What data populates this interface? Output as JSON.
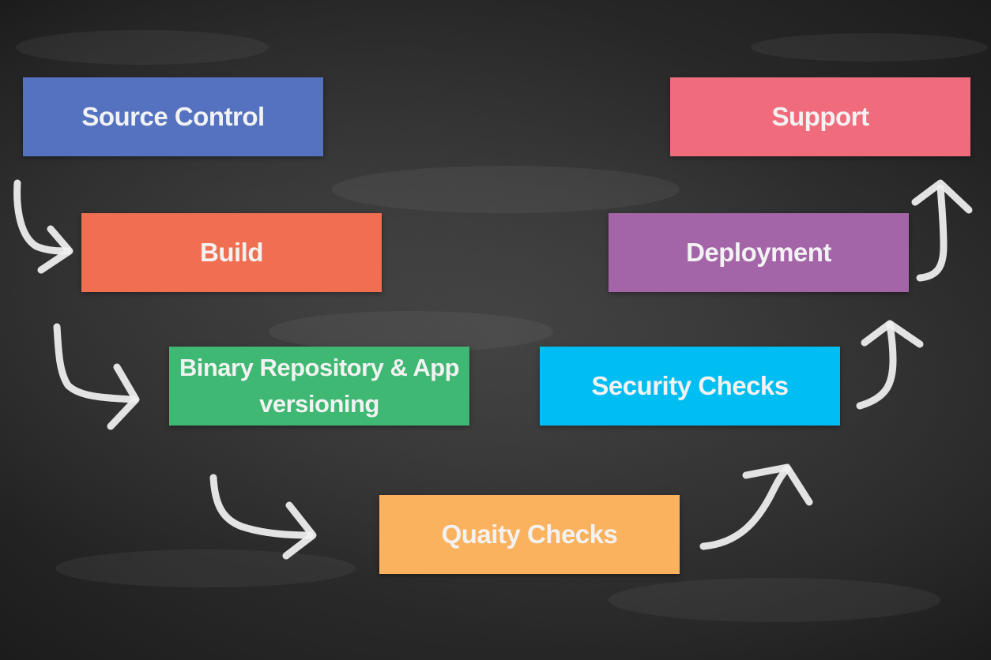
{
  "steps": [
    {
      "label": "Source Control",
      "color": "#5472bf"
    },
    {
      "label": "Build",
      "color": "#f06e51"
    },
    {
      "label": "Binary Repository & App versioning",
      "color": "#3eb872"
    },
    {
      "label": "Quaity Checks",
      "color": "#fbb25f"
    },
    {
      "label": "Security Checks",
      "color": "#00bdf2"
    },
    {
      "label": "Deployment",
      "color": "#a465a8"
    },
    {
      "label": "Support",
      "color": "#f06b7c"
    }
  ],
  "arrow_color": "#f1f1f1",
  "background_color": "#2b2b2b"
}
